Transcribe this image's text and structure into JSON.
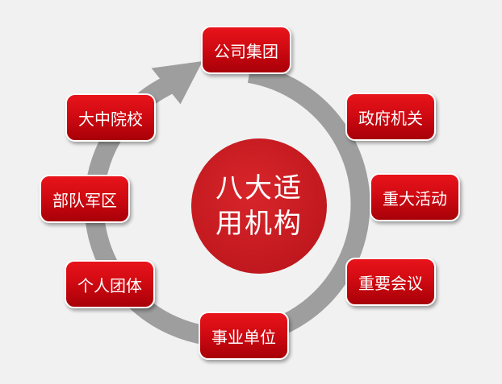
{
  "title": [
    "八大适",
    "用机构"
  ],
  "nodes": [
    "公司集团",
    "政府机关",
    "重大活动",
    "重要会议",
    "事业单位",
    "个人团体",
    "部队军区",
    "大中院校"
  ],
  "colors": {
    "background": "#f1f1f1",
    "ring": "#9e9e9e",
    "node_fill": "#d10a12",
    "node_border": "#ffffff",
    "center_fill": "#c41a20",
    "text": "#ffffff"
  },
  "icons": {
    "ring": "circular-arrow"
  }
}
